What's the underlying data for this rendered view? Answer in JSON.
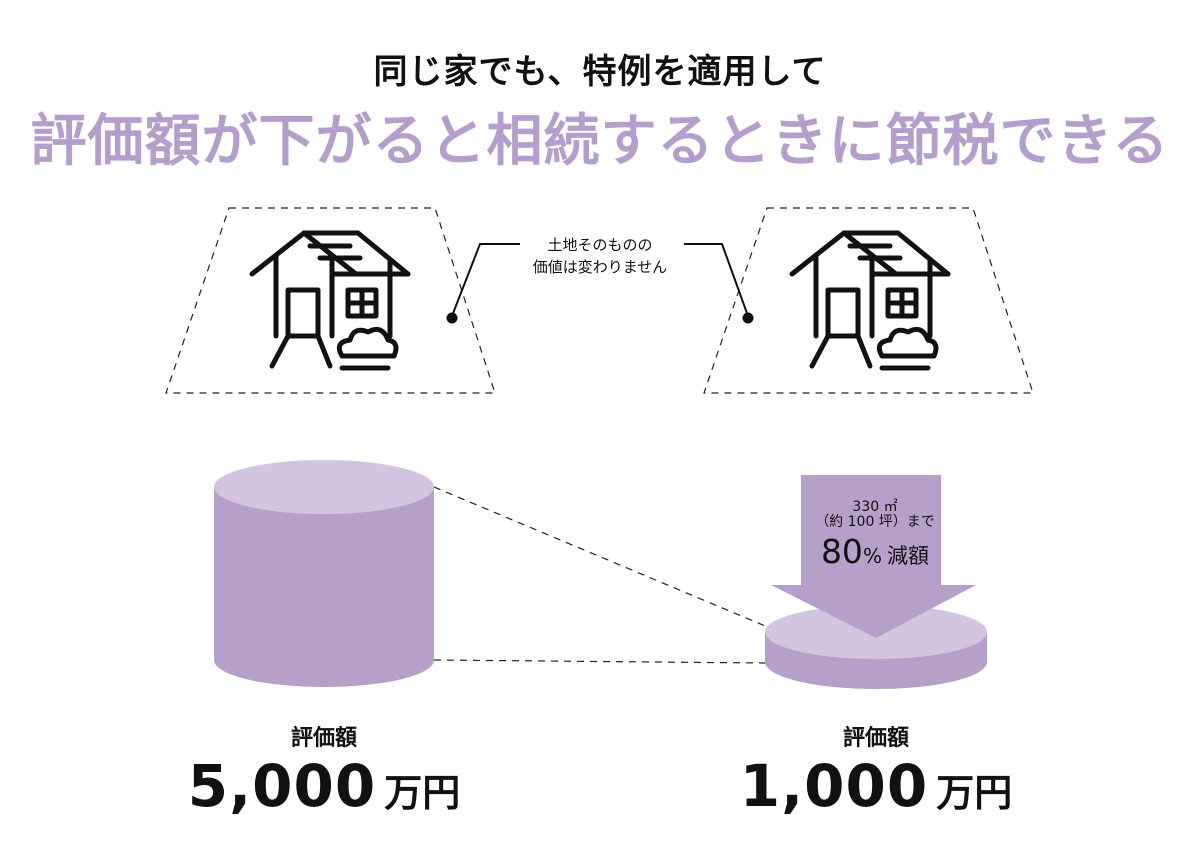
{
  "title": {
    "line1": "同じ家でも、特例を適用して",
    "line2": "評価額が下がると相続するときに節税できる"
  },
  "note": {
    "line1": "土地そのものの",
    "line2": "価値は変わりません"
  },
  "arrow": {
    "area": "330 ㎡",
    "area_sub": "（約 100 坪）まで",
    "percent": "80",
    "percent_unit": "%",
    "reduction": "減額"
  },
  "left": {
    "label": "評価額",
    "value": "5,000",
    "unit": "万円"
  },
  "right": {
    "label": "評価額",
    "value": "1,000",
    "unit": "万円"
  },
  "colors": {
    "accent": "#b59ecb",
    "cylinder_side": "#b69fc8",
    "cylinder_top": "#d3c5df",
    "text": "#111111"
  }
}
